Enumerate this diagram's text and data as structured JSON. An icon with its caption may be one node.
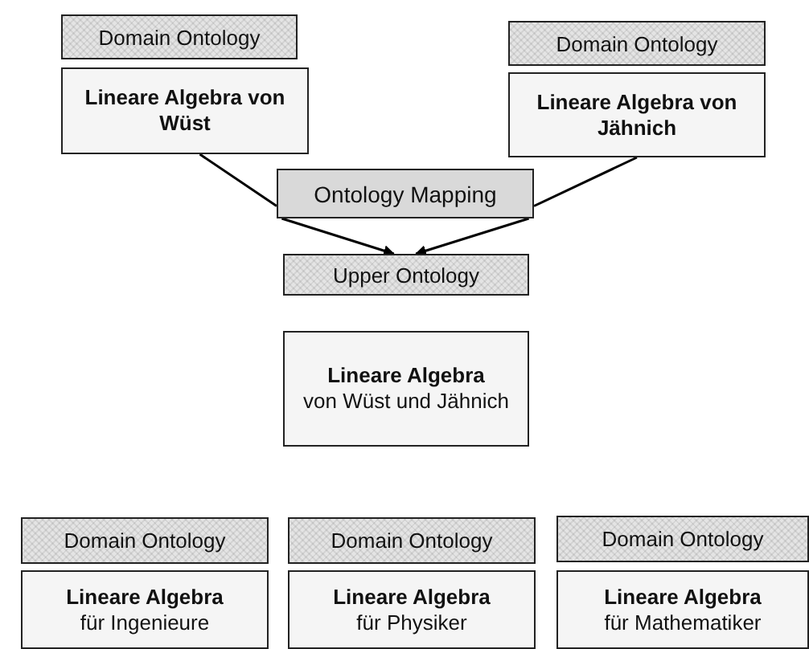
{
  "diagram": {
    "nodes": [
      {
        "text": [
          "Domain Ontology"
        ]
      },
      {
        "text": [
          "Lineare Algebra von Wüst"
        ]
      },
      {
        "text": [
          "Domain Ontology"
        ]
      },
      {
        "text": [
          "Lineare Algebra von Jähnich"
        ]
      },
      {
        "text": [
          "Ontology Mapping"
        ]
      },
      {
        "text": [
          "Upper Ontology"
        ]
      },
      {
        "text": [
          "Lineare Algebra",
          "von Wüst und Jähnich"
        ]
      },
      {
        "text": [
          "Domain Ontology"
        ]
      },
      {
        "text": [
          "Lineare Algebra",
          "für Ingenieure"
        ]
      },
      {
        "text": [
          "Domain Ontology"
        ]
      },
      {
        "text": [
          "Lineare Algebra",
          "für Physiker"
        ]
      },
      {
        "text": [
          "Domain Ontology"
        ]
      },
      {
        "text": [
          "Lineare Algebra",
          "für Mathematiker"
        ]
      }
    ],
    "edges": [
      {
        "from": 1,
        "to": 4,
        "arrow": "none"
      },
      {
        "from": 3,
        "to": 4,
        "arrow": "none"
      },
      {
        "from": 4,
        "to": 5,
        "arrow": "to"
      },
      {
        "from": 4,
        "to": 5,
        "arrow": "to"
      }
    ]
  }
}
